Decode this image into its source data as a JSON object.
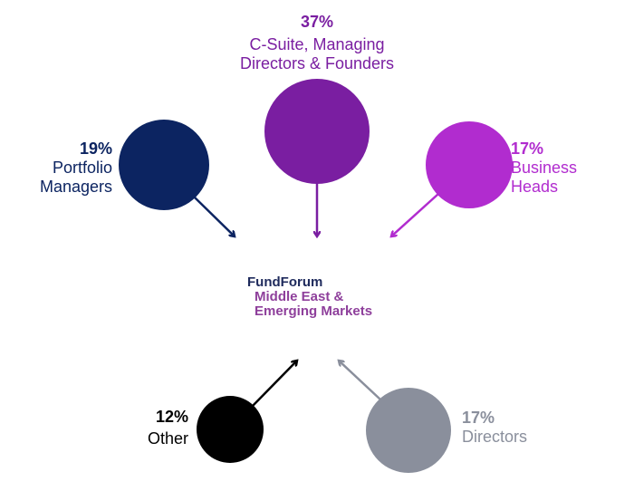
{
  "segments": [
    {
      "id": "csuite",
      "percent": "37%",
      "label_line1": "C-Suite, Managing",
      "label_line2": "Directors & Founders",
      "color": "#7a1ea1",
      "share": 37
    },
    {
      "id": "portfolio",
      "percent": "19%",
      "label_line1": "Portfolio",
      "label_line2": "Managers",
      "color": "#0c2461",
      "share": 19
    },
    {
      "id": "business",
      "percent": "17%",
      "label_line1": "Business",
      "label_line2": "Heads",
      "color": "#b12ccf",
      "share": 17
    },
    {
      "id": "other",
      "percent": "12%",
      "label_line1": "Other",
      "color": "#000000",
      "share": 12
    },
    {
      "id": "directors",
      "percent": "17%",
      "label_line1": "Directors",
      "color": "#8a8f9c",
      "share": 17
    }
  ],
  "logo": {
    "name": "FundForum",
    "line2": "Middle East &",
    "line3": "Emerging Markets",
    "color1": "#1e2a5c",
    "color2": "#8e3f9b"
  }
}
